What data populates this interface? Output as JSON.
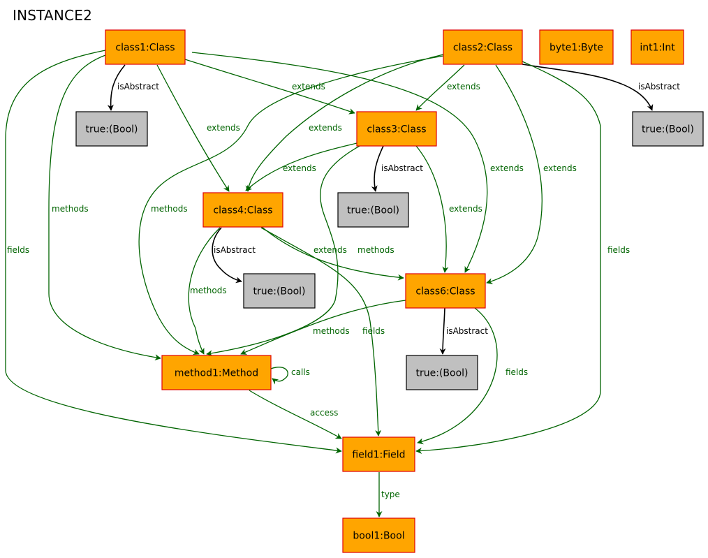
{
  "title": "INSTANCE2",
  "colors": {
    "object_fill": "#FFA500",
    "object_border": "#E00000",
    "value_fill": "#C0C0C0",
    "value_border": "#000000",
    "green_edge": "#006400",
    "black_edge": "#000000"
  },
  "nodes": [
    {
      "id": "class1",
      "label": "class1:Class",
      "kind": "object"
    },
    {
      "id": "class2",
      "label": "class2:Class",
      "kind": "object"
    },
    {
      "id": "byte1",
      "label": "byte1:Byte",
      "kind": "object"
    },
    {
      "id": "int1",
      "label": "int1:Int",
      "kind": "object"
    },
    {
      "id": "true1",
      "label": "true:(Bool)",
      "kind": "value"
    },
    {
      "id": "class3",
      "label": "class3:Class",
      "kind": "object"
    },
    {
      "id": "true2",
      "label": "true:(Bool)",
      "kind": "value"
    },
    {
      "id": "class4",
      "label": "class4:Class",
      "kind": "object"
    },
    {
      "id": "true3",
      "label": "true:(Bool)",
      "kind": "value"
    },
    {
      "id": "true4",
      "label": "true:(Bool)",
      "kind": "value"
    },
    {
      "id": "class6",
      "label": "class6:Class",
      "kind": "object"
    },
    {
      "id": "method1",
      "label": "method1:Method",
      "kind": "object"
    },
    {
      "id": "true5",
      "label": "true:(Bool)",
      "kind": "value"
    },
    {
      "id": "field1",
      "label": "field1:Field",
      "kind": "object"
    },
    {
      "id": "bool1",
      "label": "bool1:Bool",
      "kind": "object"
    }
  ],
  "edges": [
    {
      "from": "class1",
      "to": "true1",
      "label": "isAbstract"
    },
    {
      "from": "class1",
      "to": "class3",
      "label": "extends"
    },
    {
      "from": "class1",
      "to": "class4",
      "label": "extends"
    },
    {
      "from": "class1",
      "to": "class6",
      "label": "extends"
    },
    {
      "from": "class1",
      "to": "method1",
      "label": "methods"
    },
    {
      "from": "class1",
      "to": "field1",
      "label": "fields"
    },
    {
      "from": "class2",
      "to": "true2",
      "label": "isAbstract"
    },
    {
      "from": "class2",
      "to": "class3",
      "label": "extends"
    },
    {
      "from": "class2",
      "to": "class4",
      "label": "extends"
    },
    {
      "from": "class2",
      "to": "class6",
      "label": "extends"
    },
    {
      "from": "class2",
      "to": "method1",
      "label": "methods"
    },
    {
      "from": "class2",
      "to": "field1",
      "label": "fields"
    },
    {
      "from": "class3",
      "to": "true3",
      "label": "isAbstract"
    },
    {
      "from": "class3",
      "to": "class4",
      "label": "extends"
    },
    {
      "from": "class3",
      "to": "class6",
      "label": "extends"
    },
    {
      "from": "class3",
      "to": "method1",
      "label": "methods"
    },
    {
      "from": "class4",
      "to": "true4",
      "label": "isAbstract"
    },
    {
      "from": "class4",
      "to": "class6",
      "label": "extends"
    },
    {
      "from": "class4",
      "to": "method1",
      "label": "methods"
    },
    {
      "from": "class4",
      "to": "field1",
      "label": "fields"
    },
    {
      "from": "class6",
      "to": "true5",
      "label": "isAbstract"
    },
    {
      "from": "class6",
      "to": "method1",
      "label": "methods"
    },
    {
      "from": "class6",
      "to": "field1",
      "label": "fields"
    },
    {
      "from": "method1",
      "to": "method1",
      "label": "calls"
    },
    {
      "from": "method1",
      "to": "field1",
      "label": "access"
    },
    {
      "from": "field1",
      "to": "bool1",
      "label": "type"
    }
  ]
}
